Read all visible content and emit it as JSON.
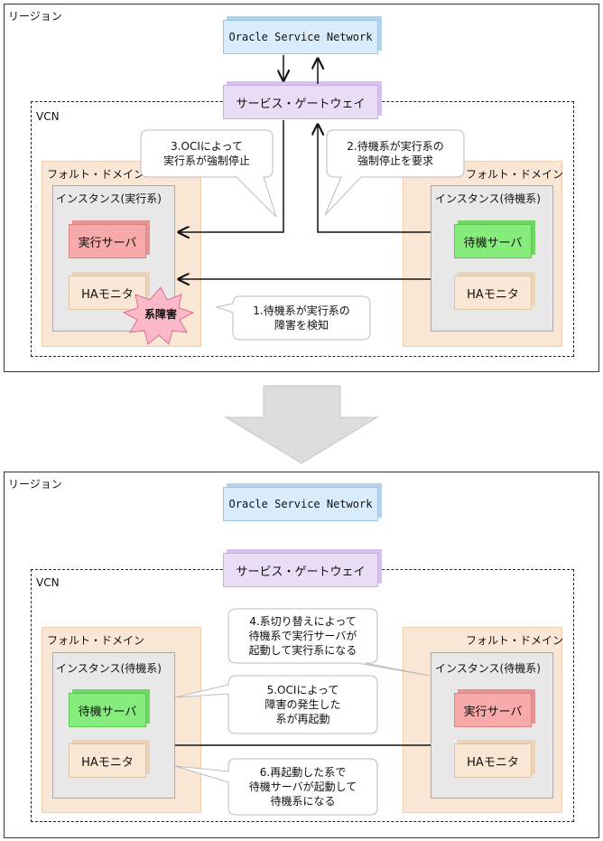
{
  "top": {
    "region_label": "リージョン",
    "vcn_label": "VCN",
    "osn_label": "Oracle Service Network",
    "sgw_label": "サービス・ゲートウェイ",
    "fault_left_label": "フォルト・ドメイン",
    "fault_right_label": "フォルト・ドメイン",
    "inst_left_label": "インスタンス(実行系)",
    "inst_right_label": "インスタンス(待機系)",
    "left_server": "実行サーバ",
    "left_ha": "HAモニタ",
    "right_server": "待機サーバ",
    "right_ha": "HAモニタ",
    "failure_label": "系障害",
    "callout_1": "1.待機系が実行系の\n障害を検知",
    "callout_2": "2.待機系が実行系の\n強制停止を要求",
    "callout_3": "3.OCIによって\n実行系が強制停止"
  },
  "bottom": {
    "region_label": "リージョン",
    "vcn_label": "VCN",
    "osn_label": "Oracle Service Network",
    "sgw_label": "サービス・ゲートウェイ",
    "fault_left_label": "フォルト・ドメイン",
    "fault_right_label": "フォルト・ドメイン",
    "inst_left_label": "インスタンス(待機系)",
    "inst_right_label": "インスタンス(待機系)",
    "left_server": "待機サーバ",
    "left_ha": "HAモニタ",
    "right_server": "実行サーバ",
    "right_ha": "HAモニタ",
    "callout_4": "4.系切り替えによって\n待機系で実行サーバが\n起動して実行系になる",
    "callout_5": "5.OCIによって\n障害の発生した\n系が再起動",
    "callout_6": "6.再起動した系で\n待機サーバが起動して\n待機系になる"
  },
  "colors": {
    "osn": "#d8ecfb",
    "service_gateway": "#e9dcf5",
    "running_server": "#f8a9a9",
    "standby_server": "#86ec7b",
    "ha_monitor": "#fae6d4",
    "fault_domain": "#fae6d4",
    "instance": "#e8e8e8",
    "failure_burst": "#fbb8c8",
    "transition_arrow": "#dcdcdc"
  }
}
